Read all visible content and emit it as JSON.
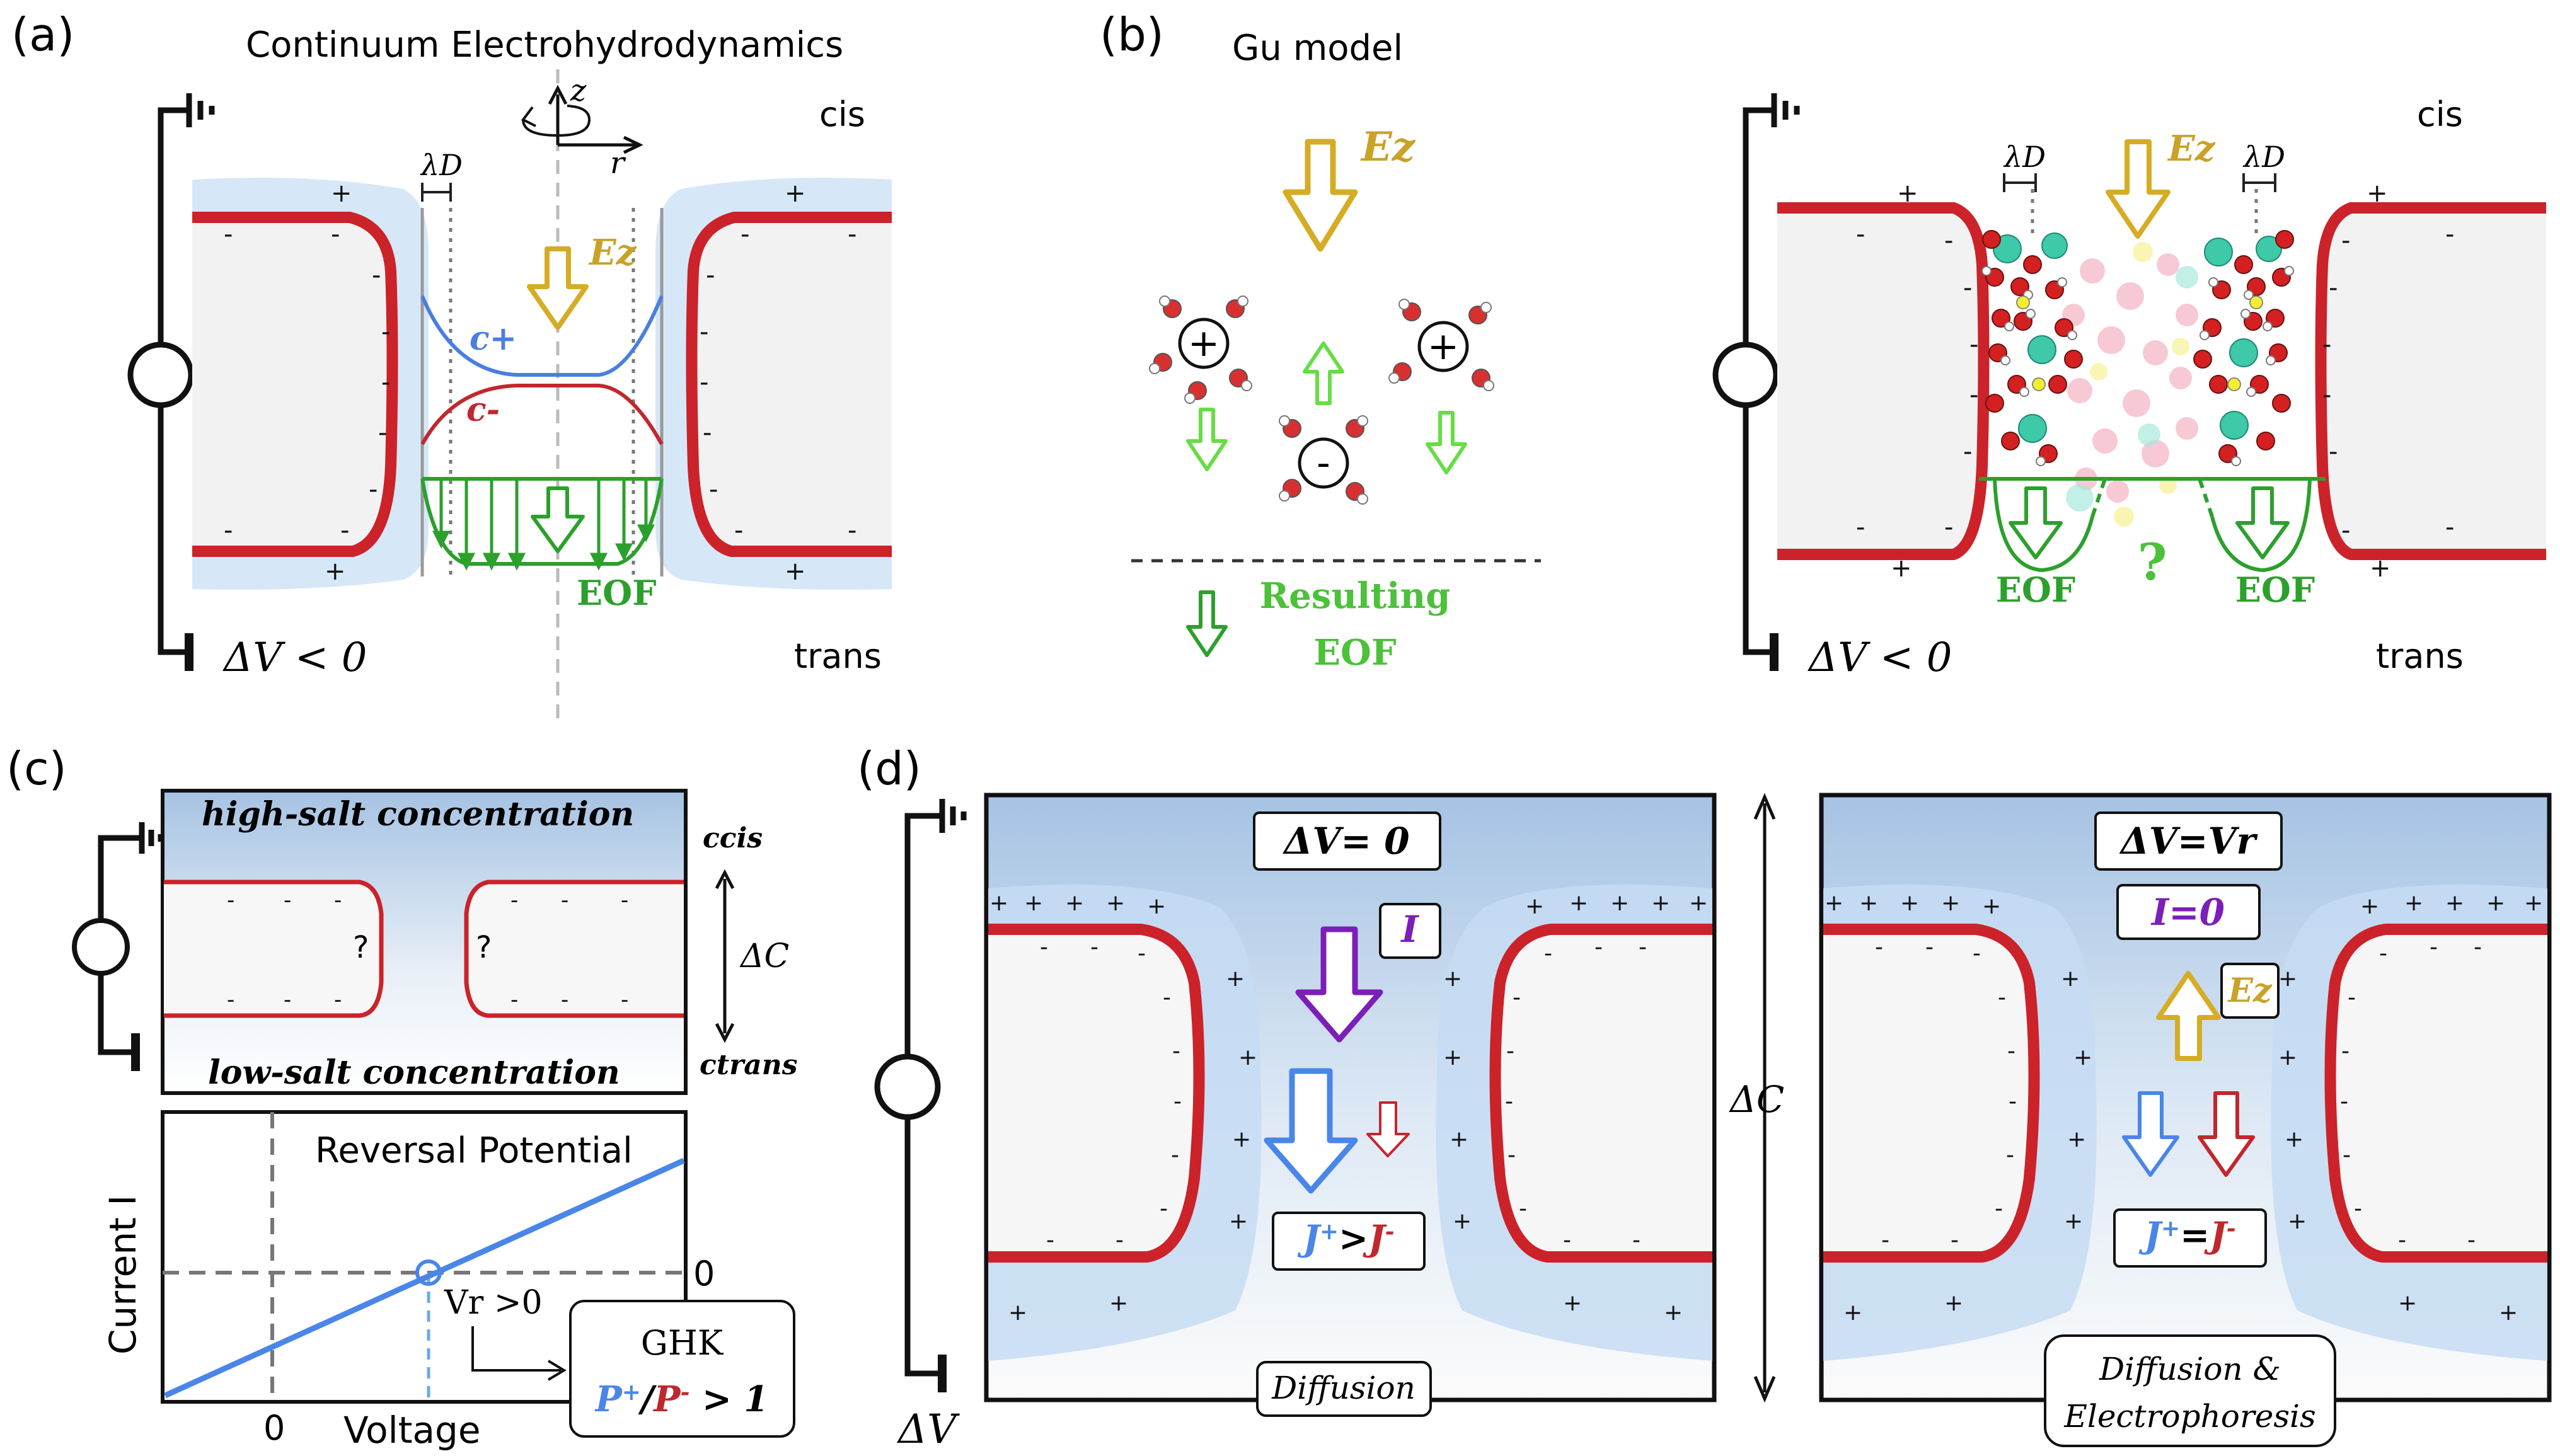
{
  "colors": {
    "membrane": "#cc2229",
    "edl": "#d6e9f8",
    "field": "#d6ac25",
    "eof": "#2ca02c",
    "eof_light": "#66dd44",
    "cation": "#4a7fe0",
    "anion": "#c0282e",
    "current": "#7b1fb8",
    "reservoir_top": "#a8c4e4",
    "curve": "#4a86e8"
  },
  "panel_a": {
    "label": "(a)",
    "title": "Continuum Electrohydrodynamics",
    "cis": "cis",
    "trans": "trans",
    "dv": "ΔV < 0",
    "lambda_d": "λD",
    "axis_z": "z",
    "axis_r": "r",
    "ez": "Ez",
    "c_plus": "c+",
    "c_minus": "c-",
    "eof": "EOF",
    "plus": "+",
    "minus": "-"
  },
  "panel_b": {
    "label": "(b)",
    "title": "Gu model",
    "ez": "Ez",
    "resulting_line1": "Resulting",
    "resulting_line2": "EOF",
    "cis": "cis",
    "trans": "trans",
    "dv": "ΔV < 0",
    "lambda_d": "λD",
    "eof": "EOF",
    "question": "?",
    "ion_plus": "+",
    "ion_minus": "-"
  },
  "panel_c": {
    "label": "(c)",
    "high_salt": "high-salt concentration",
    "low_salt": "low-salt concentration",
    "c_cis": "ccis",
    "c_trans": "ctrans",
    "delta_c": "ΔC",
    "question": "?",
    "graph_title": "Reversal Potential",
    "ylabel": "Current I",
    "xlabel": "Voltage",
    "zero_x": "0",
    "zero_y": "0",
    "vr": "Vr >0",
    "ghk": "GHK",
    "ghk_ratio": "P+/P- > 1"
  },
  "panel_d": {
    "label": "(d)",
    "delta_c": "ΔC",
    "dv": "ΔV",
    "left": {
      "dv": "ΔV= 0",
      "current": "I",
      "flux": "J+>J-",
      "mode": "Diffusion"
    },
    "right": {
      "dv": "ΔV=Vr",
      "current": "I=0",
      "ez": "Ez",
      "flux": "J+=J-",
      "mode_line1": "Diffusion &",
      "mode_line2": "Electrophoresis"
    }
  }
}
